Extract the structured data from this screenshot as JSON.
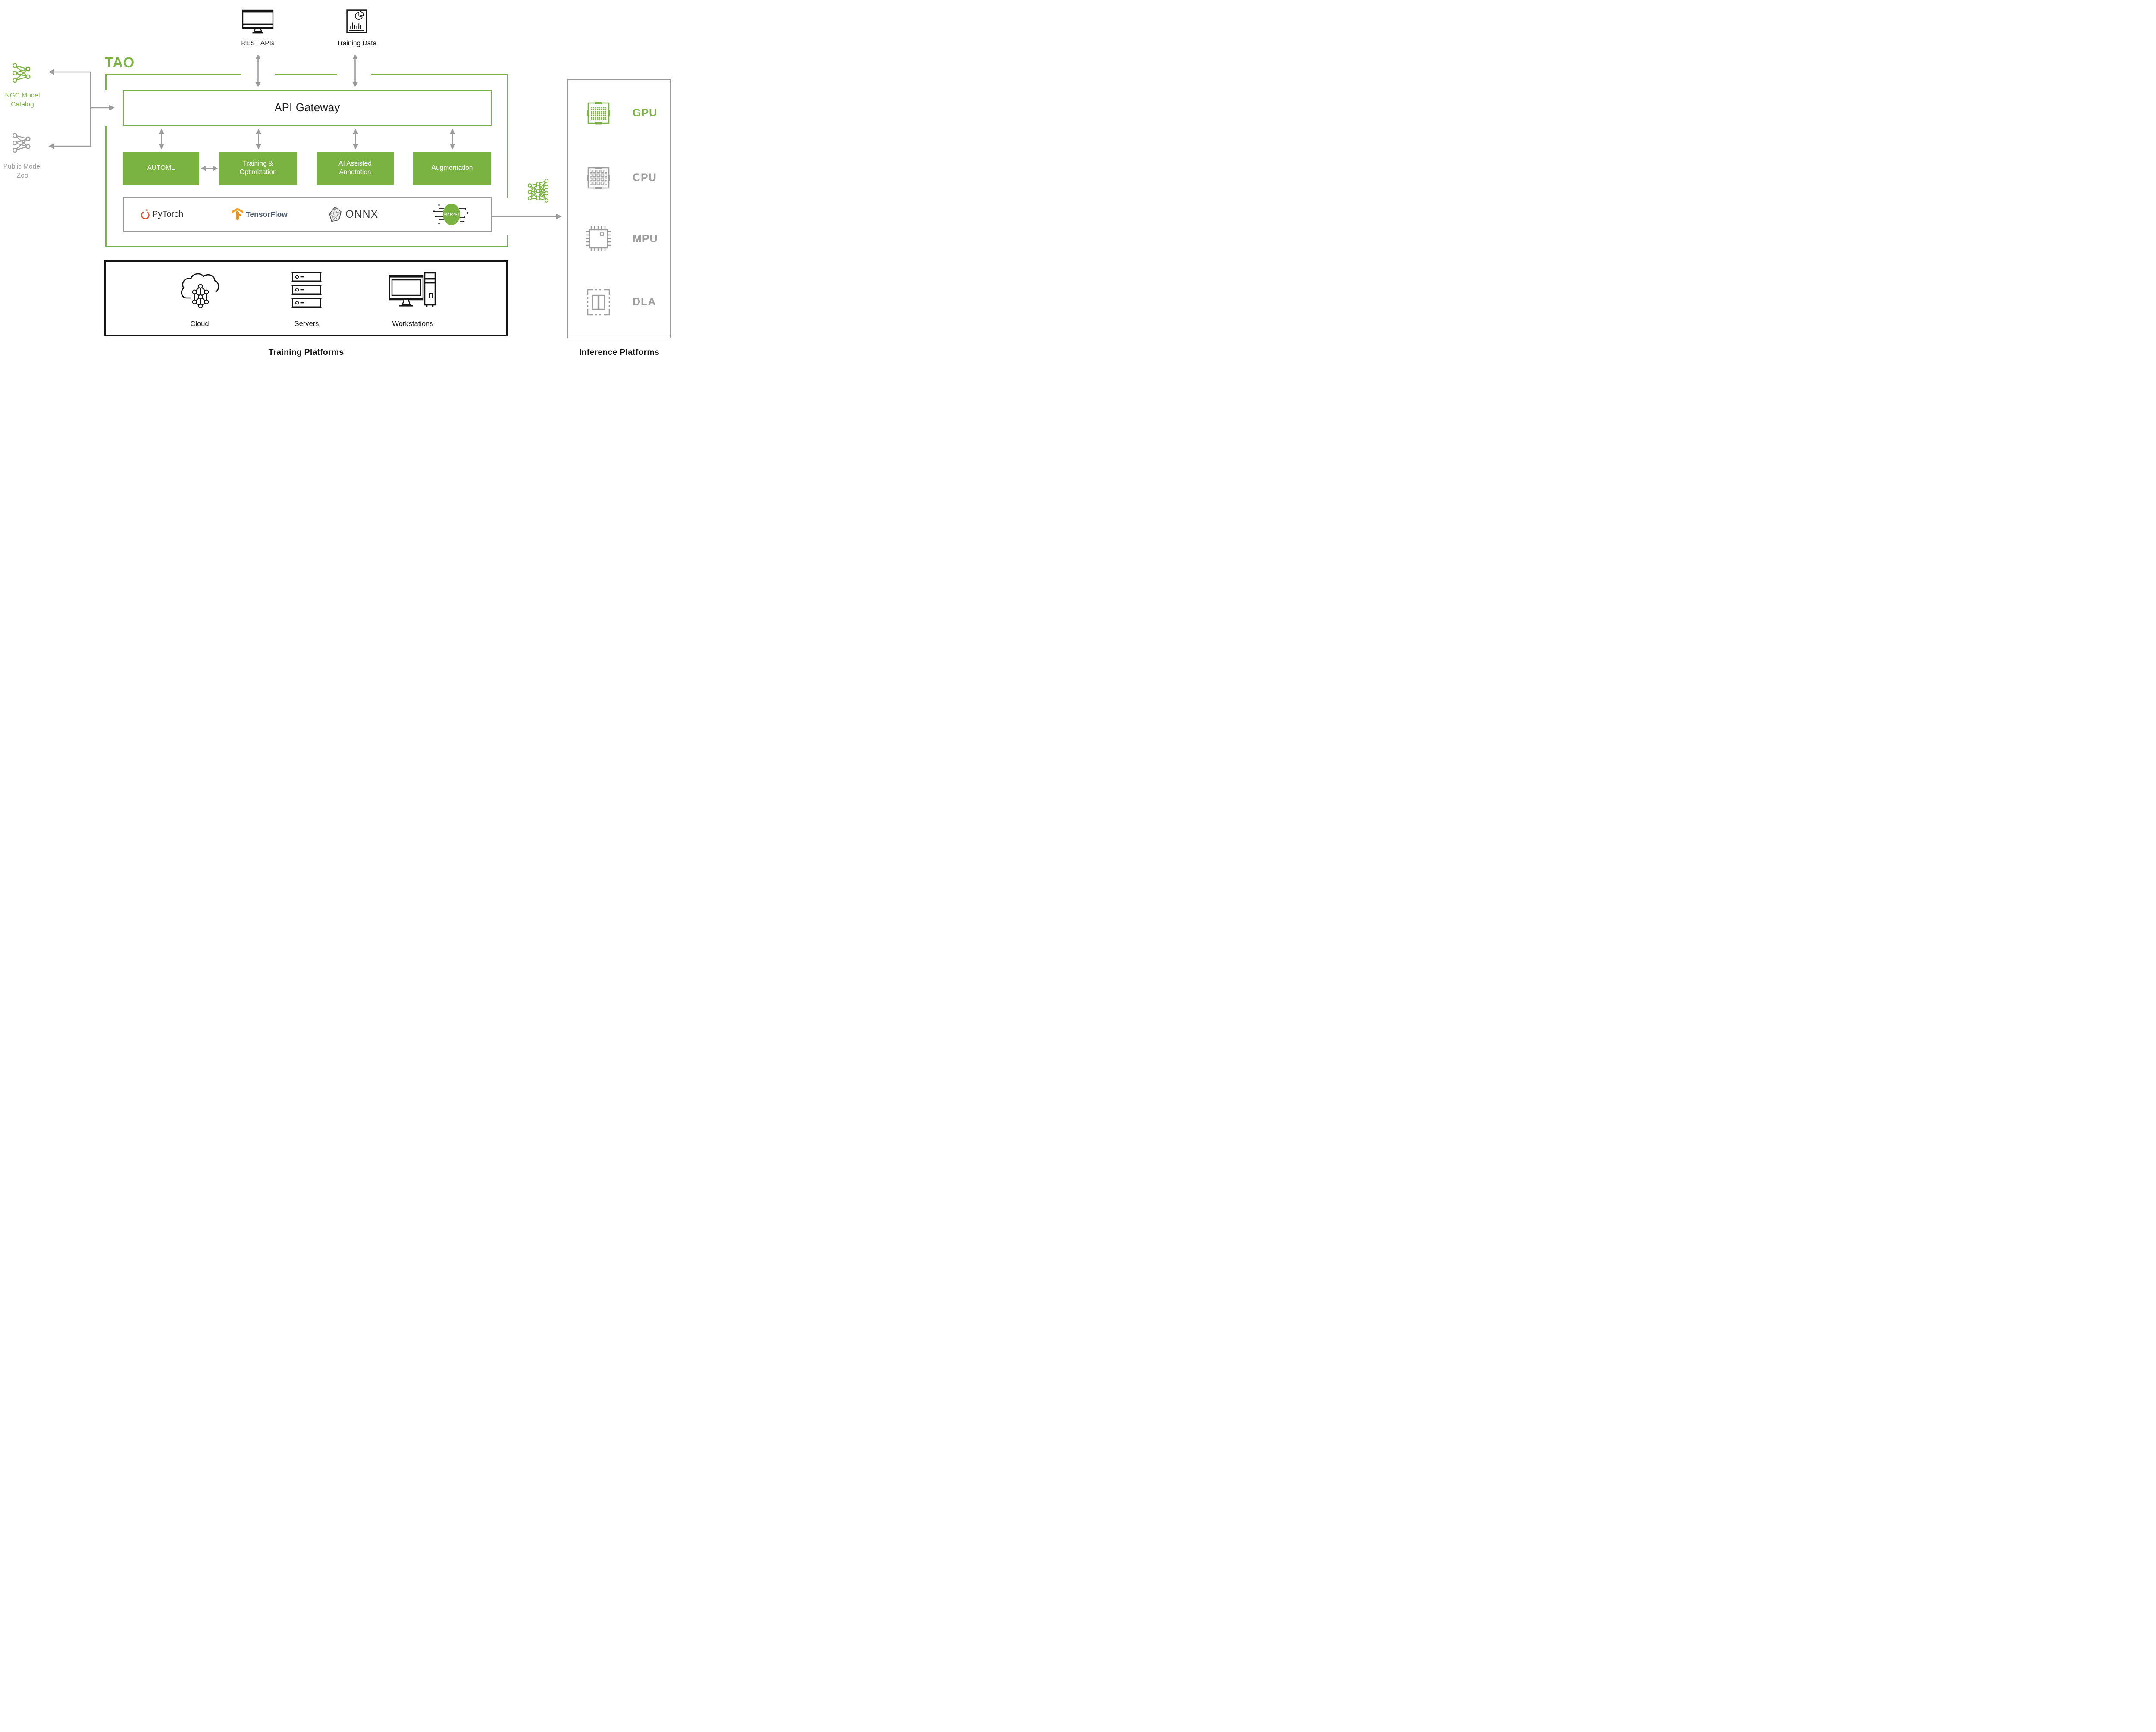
{
  "colors": {
    "green": "#7AB342",
    "arrow_gray": "#9A9A9A",
    "icon_gray": "#9E9E9E",
    "text_dark": "#141414",
    "pytorch_orange": "#EE4C2C",
    "tensorflow_orange": "#F9A028",
    "tensorflow_text": "#49586D"
  },
  "sources_top": [
    {
      "label": "REST APIs"
    },
    {
      "label": "Training Data"
    }
  ],
  "sources_left": [
    {
      "label": "NGC Model Catalog"
    },
    {
      "label": "Public Model Zoo"
    }
  ],
  "tao": {
    "title": "TAO",
    "api_gateway_label": "API Gateway",
    "modules": [
      {
        "label": "AUTOML"
      },
      {
        "label": "Training & Optimization"
      },
      {
        "label": "AI Assisted Annotation"
      },
      {
        "label": "Augmentation"
      }
    ],
    "frameworks": [
      {
        "label": "PyTorch"
      },
      {
        "label": "TensorFlow"
      },
      {
        "label": "ONNX"
      },
      {
        "label": "TensorRT"
      }
    ]
  },
  "training_platforms": {
    "title": "Training Platforms",
    "items": [
      {
        "label": "Cloud"
      },
      {
        "label": "Servers"
      },
      {
        "label": "Workstations"
      }
    ]
  },
  "inference_platforms": {
    "title": "Inference Platforms",
    "items": [
      {
        "label": "GPU"
      },
      {
        "label": "CPU"
      },
      {
        "label": "MPU"
      },
      {
        "label": "DLA"
      }
    ]
  }
}
